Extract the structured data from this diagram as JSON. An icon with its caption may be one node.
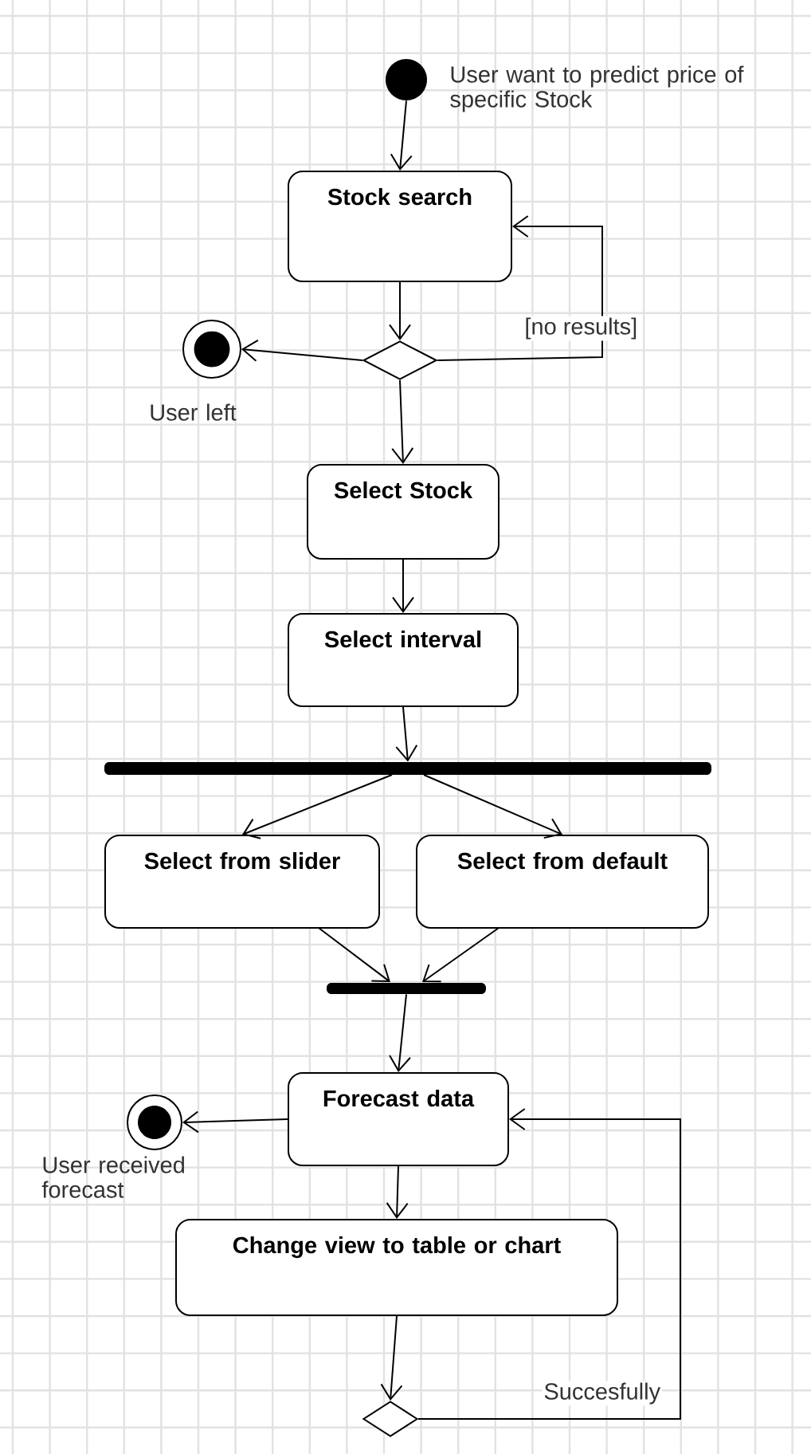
{
  "diagram": {
    "nodes": [
      {
        "text": [],
        "shape": "circle",
        "beside": [
          "User want to predict price of specific Stock"
        ]
      },
      {
        "text": [
          "Stock search"
        ]
      },
      {
        "text": [],
        "shape": "diamond"
      },
      {
        "text": [],
        "shape": "bullseye",
        "beside": [
          "User left"
        ]
      },
      {
        "text": [
          "Select Stock"
        ]
      },
      {
        "text": [
          "Select interval"
        ]
      },
      {
        "text": [],
        "shape": "bar"
      },
      {
        "text": [
          "Select from slider"
        ]
      },
      {
        "text": [
          "Select from default"
        ]
      },
      {
        "text": [],
        "shape": "bar"
      },
      {
        "text": [
          "Forecast data"
        ]
      },
      {
        "text": [],
        "shape": "bullseye",
        "beside": [
          "User received forecast"
        ]
      },
      {
        "text": [
          "Change view to table or chart"
        ]
      },
      {
        "text": [],
        "shape": "diamond"
      }
    ],
    "edges": [
      {
        "from": 0,
        "to": 1,
        "arrow": "to"
      },
      {
        "from": 1,
        "to": 2,
        "arrow": "to"
      },
      {
        "from": 2,
        "to": 1,
        "arrow": "to",
        "label": "[no results]"
      },
      {
        "from": 2,
        "to": 3,
        "arrow": "to"
      },
      {
        "from": 2,
        "to": 4,
        "arrow": "to"
      },
      {
        "from": 4,
        "to": 5,
        "arrow": "to"
      },
      {
        "from": 5,
        "to": 6,
        "arrow": "to"
      },
      {
        "from": 6,
        "to": 7,
        "arrow": "to"
      },
      {
        "from": 6,
        "to": 8,
        "arrow": "to"
      },
      {
        "from": 7,
        "to": 9,
        "arrow": "to"
      },
      {
        "from": 8,
        "to": 9,
        "arrow": "to"
      },
      {
        "from": 9,
        "to": 10,
        "arrow": "to"
      },
      {
        "from": 10,
        "to": 11,
        "arrow": "to"
      },
      {
        "from": 10,
        "to": 12,
        "arrow": "to"
      },
      {
        "from": 12,
        "to": 13,
        "arrow": "to"
      },
      {
        "from": 13,
        "to": 10,
        "arrow": "to",
        "label": "Succesfully"
      }
    ]
  }
}
